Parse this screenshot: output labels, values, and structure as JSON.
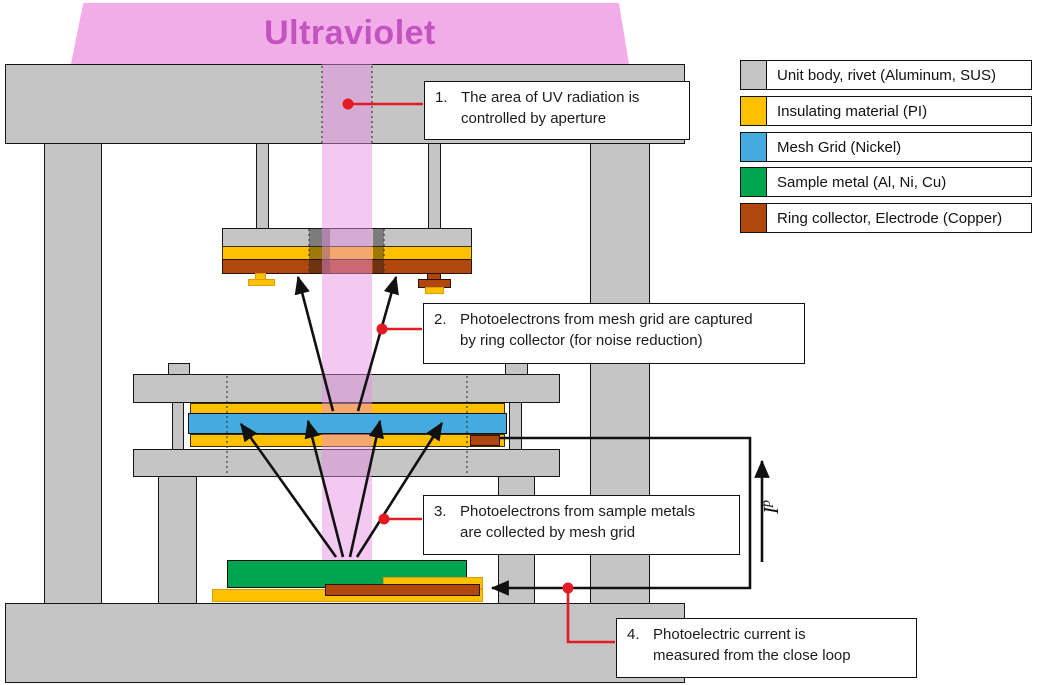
{
  "title": "Ultraviolet",
  "current_label": {
    "main": "I",
    "sub": "p"
  },
  "annotations": [
    {
      "number": "1.",
      "lines": [
        "The area of UV radiation is",
        "controlled by aperture"
      ]
    },
    {
      "number": "2.",
      "lines": [
        "Photoelectrons from mesh grid are captured",
        "by ring collector (for noise reduction)"
      ]
    },
    {
      "number": "3.",
      "lines": [
        "Photoelectrons from sample metals",
        "are collected by mesh grid"
      ]
    },
    {
      "number": "4.",
      "lines": [
        "Photoelectric current is",
        "measured from the close loop"
      ]
    }
  ],
  "legend": {
    "items": [
      {
        "label": "Unit body, rivet (Aluminum, SUS)",
        "color": "#C5C5C5"
      },
      {
        "label": "Insulating material (PI)",
        "color": "#FFC000"
      },
      {
        "label": "Mesh Grid (Nickel)",
        "color": "#44AADF"
      },
      {
        "label": "Sample metal (Al, Ni, Cu)",
        "color": "#00A64F"
      },
      {
        "label": "Ring collector, Electrode (Copper)",
        "color": "#B0480D"
      }
    ]
  },
  "colors": {
    "uv_beam": "#EE8CE2",
    "uv_title_text": "#C353C1",
    "annotation_connector": "#E31B23",
    "unit_body": "#C5C5C5",
    "insulating_material": "#FFC000",
    "mesh_grid": "#44AADF",
    "sample_metal": "#00A64F",
    "copper": "#B0480D"
  }
}
